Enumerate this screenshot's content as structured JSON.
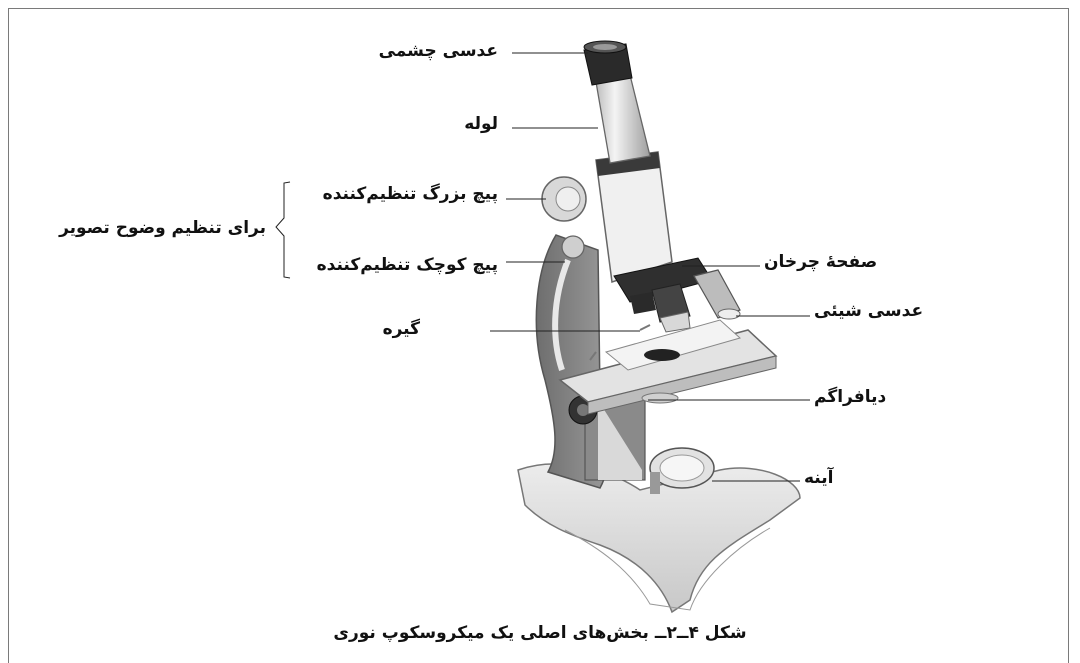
{
  "labels": {
    "eyepiece": "عدسی چشمی",
    "tube": "لوله",
    "coarse_knob": "پیچ بزرگ تنظیم‌کننده",
    "fine_knob": "پیچ کوچک تنظیم‌کننده",
    "adjust_group": "برای تنظیم وضوح تصویر",
    "clip": "گیره",
    "revolving_nosepiece": "صفحهٔ چرخان",
    "objective_lens": "عدسی شیئی",
    "diaphragm": "دیافراگم",
    "mirror": "آینه"
  },
  "caption": "شکل ۴ــ۲ــ بخش‌های اصلی یک میکروسکوپ نوری"
}
